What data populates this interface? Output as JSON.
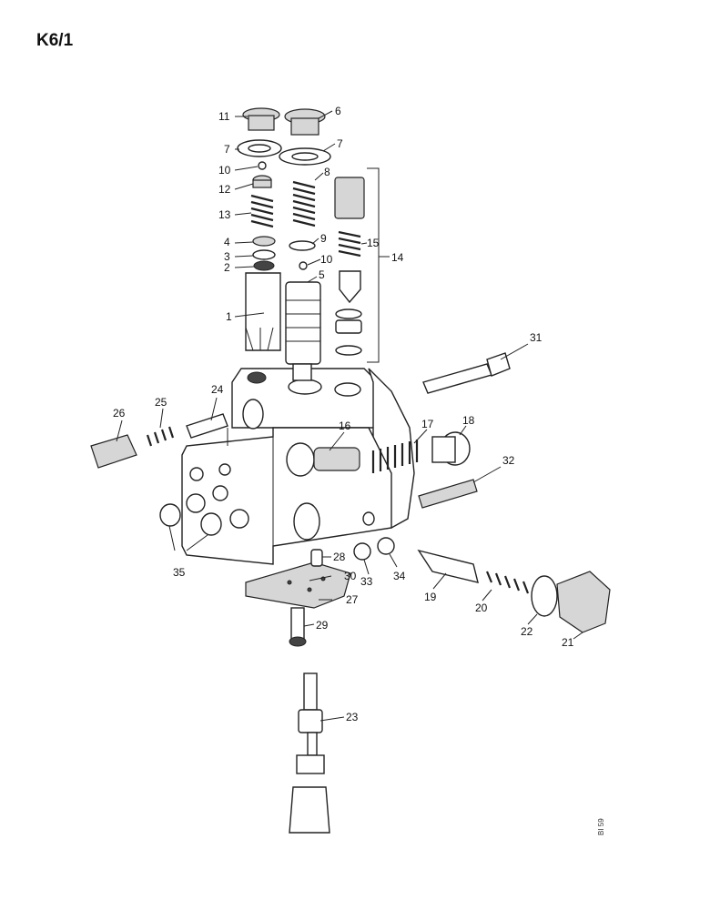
{
  "title": "K6/1",
  "figure_code": "BI 59",
  "callouts": [
    "1",
    "2",
    "3",
    "4",
    "5",
    "6",
    "7",
    "7",
    "8",
    "9",
    "10",
    "10",
    "11",
    "12",
    "13",
    "14",
    "15",
    "16",
    "17",
    "18",
    "19",
    "20",
    "21",
    "22",
    "23",
    "24",
    "25",
    "26",
    "27",
    "28",
    "29",
    "30",
    "31",
    "32",
    "33",
    "34",
    "35"
  ]
}
